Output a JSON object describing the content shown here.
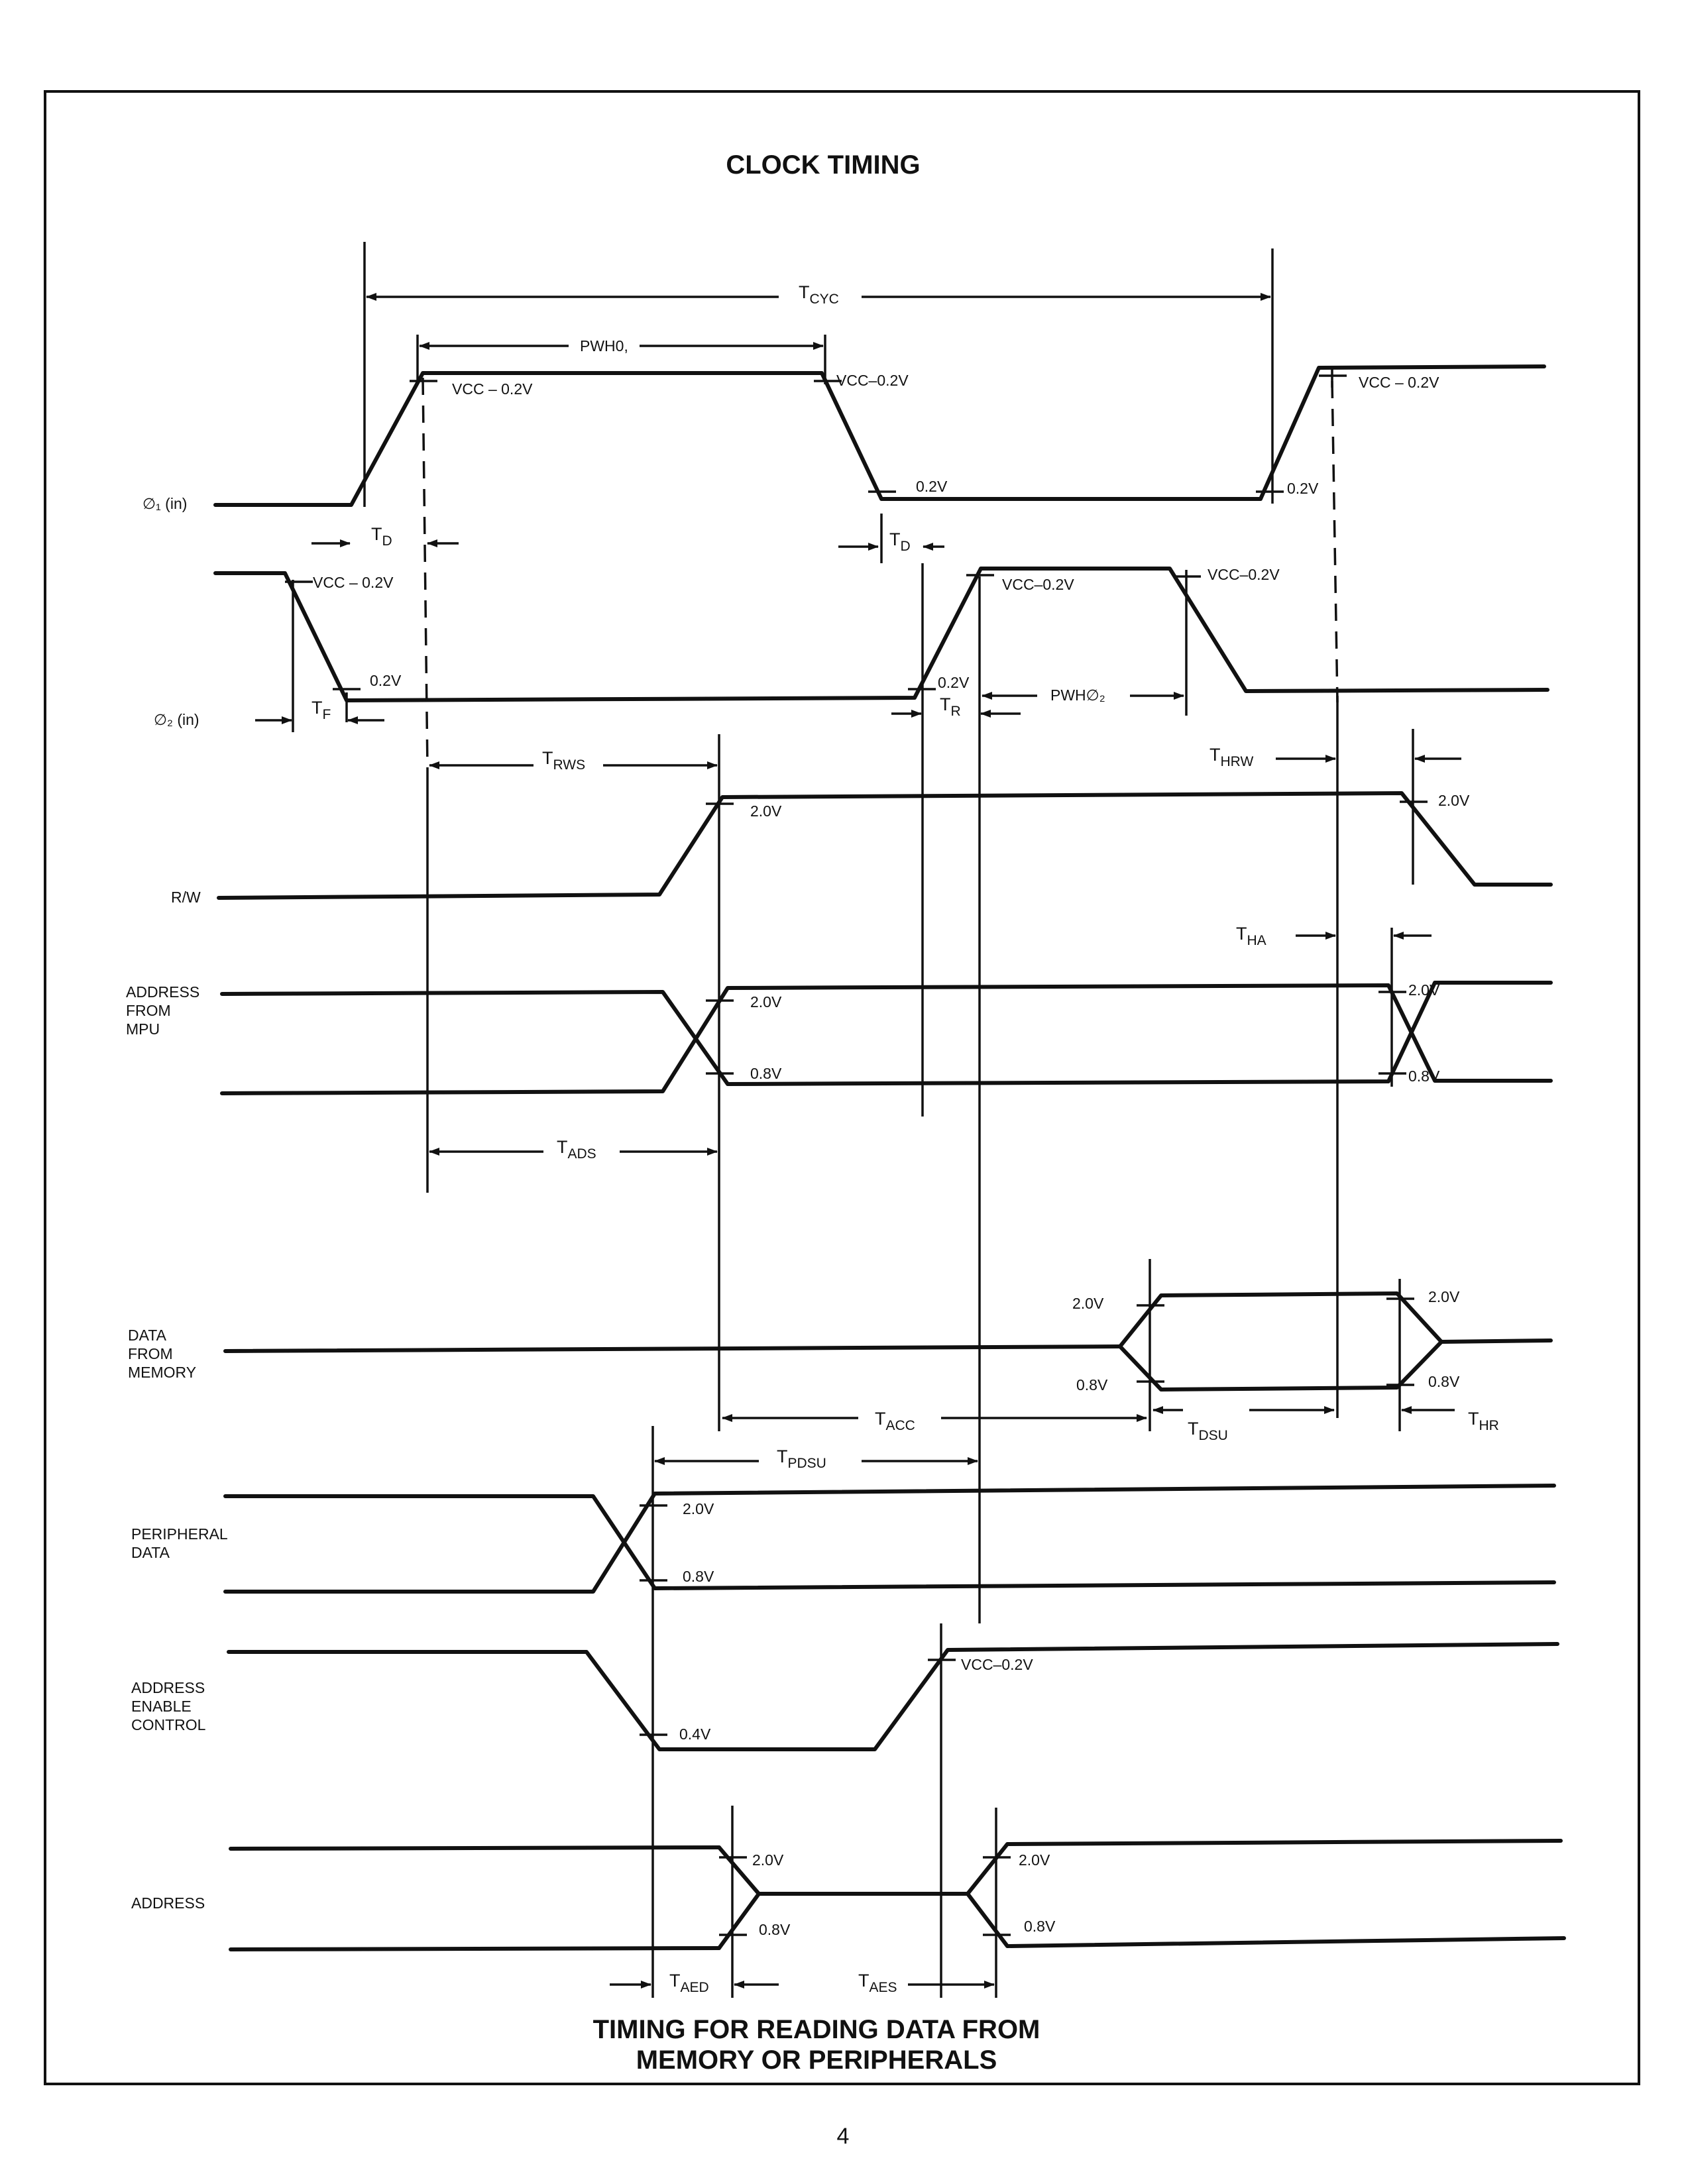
{
  "page": {
    "title": "CLOCK TIMING",
    "caption_line1": "TIMING FOR READING DATA FROM",
    "caption_line2": "MEMORY OR PERIPHERALS",
    "page_number": "4"
  },
  "signals": {
    "phi1": "∅₁ (in)",
    "phi2": "∅₂ (in)",
    "rw": "R/W",
    "addr_mpu": [
      "ADDRESS",
      "FROM",
      "MPU"
    ],
    "data_mem": [
      "DATA",
      "FROM",
      "MEMORY"
    ],
    "periph": [
      "PERIPHERAL",
      "DATA"
    ],
    "aec": [
      "ADDRESS",
      "ENABLE",
      "CONTROL"
    ],
    "address": "ADDRESS"
  },
  "voltages": {
    "vcc_minus_02_spaced": "VCC – 0.2V",
    "vcc_minus_02": "VCC–0.2V",
    "v02": "0.2V",
    "v20": "2.0V",
    "v08": "0.8V",
    "v04": "0.4V"
  },
  "timing": {
    "tcyc": {
      "base": "T",
      "sub": "CYC"
    },
    "pwh1": "PWH0,",
    "pwh2": "PWH∅₂",
    "td": {
      "base": "T",
      "sub": "D"
    },
    "tf": {
      "base": "T",
      "sub": "F"
    },
    "tr": {
      "base": "T",
      "sub": "R"
    },
    "trws": {
      "base": "T",
      "sub": "RWS"
    },
    "thrw": {
      "base": "T",
      "sub": "HRW"
    },
    "tha": {
      "base": "T",
      "sub": "HA"
    },
    "tads": {
      "base": "T",
      "sub": "ADS"
    },
    "tacc": {
      "base": "T",
      "sub": "ACC"
    },
    "tdsu": {
      "base": "T",
      "sub": "DSU"
    },
    "thr": {
      "base": "T",
      "sub": "HR"
    },
    "tpdsu": {
      "base": "T",
      "sub": "PDSU"
    },
    "taed": {
      "base": "T",
      "sub": "AED"
    },
    "taes": {
      "base": "T",
      "sub": "AES"
    }
  }
}
